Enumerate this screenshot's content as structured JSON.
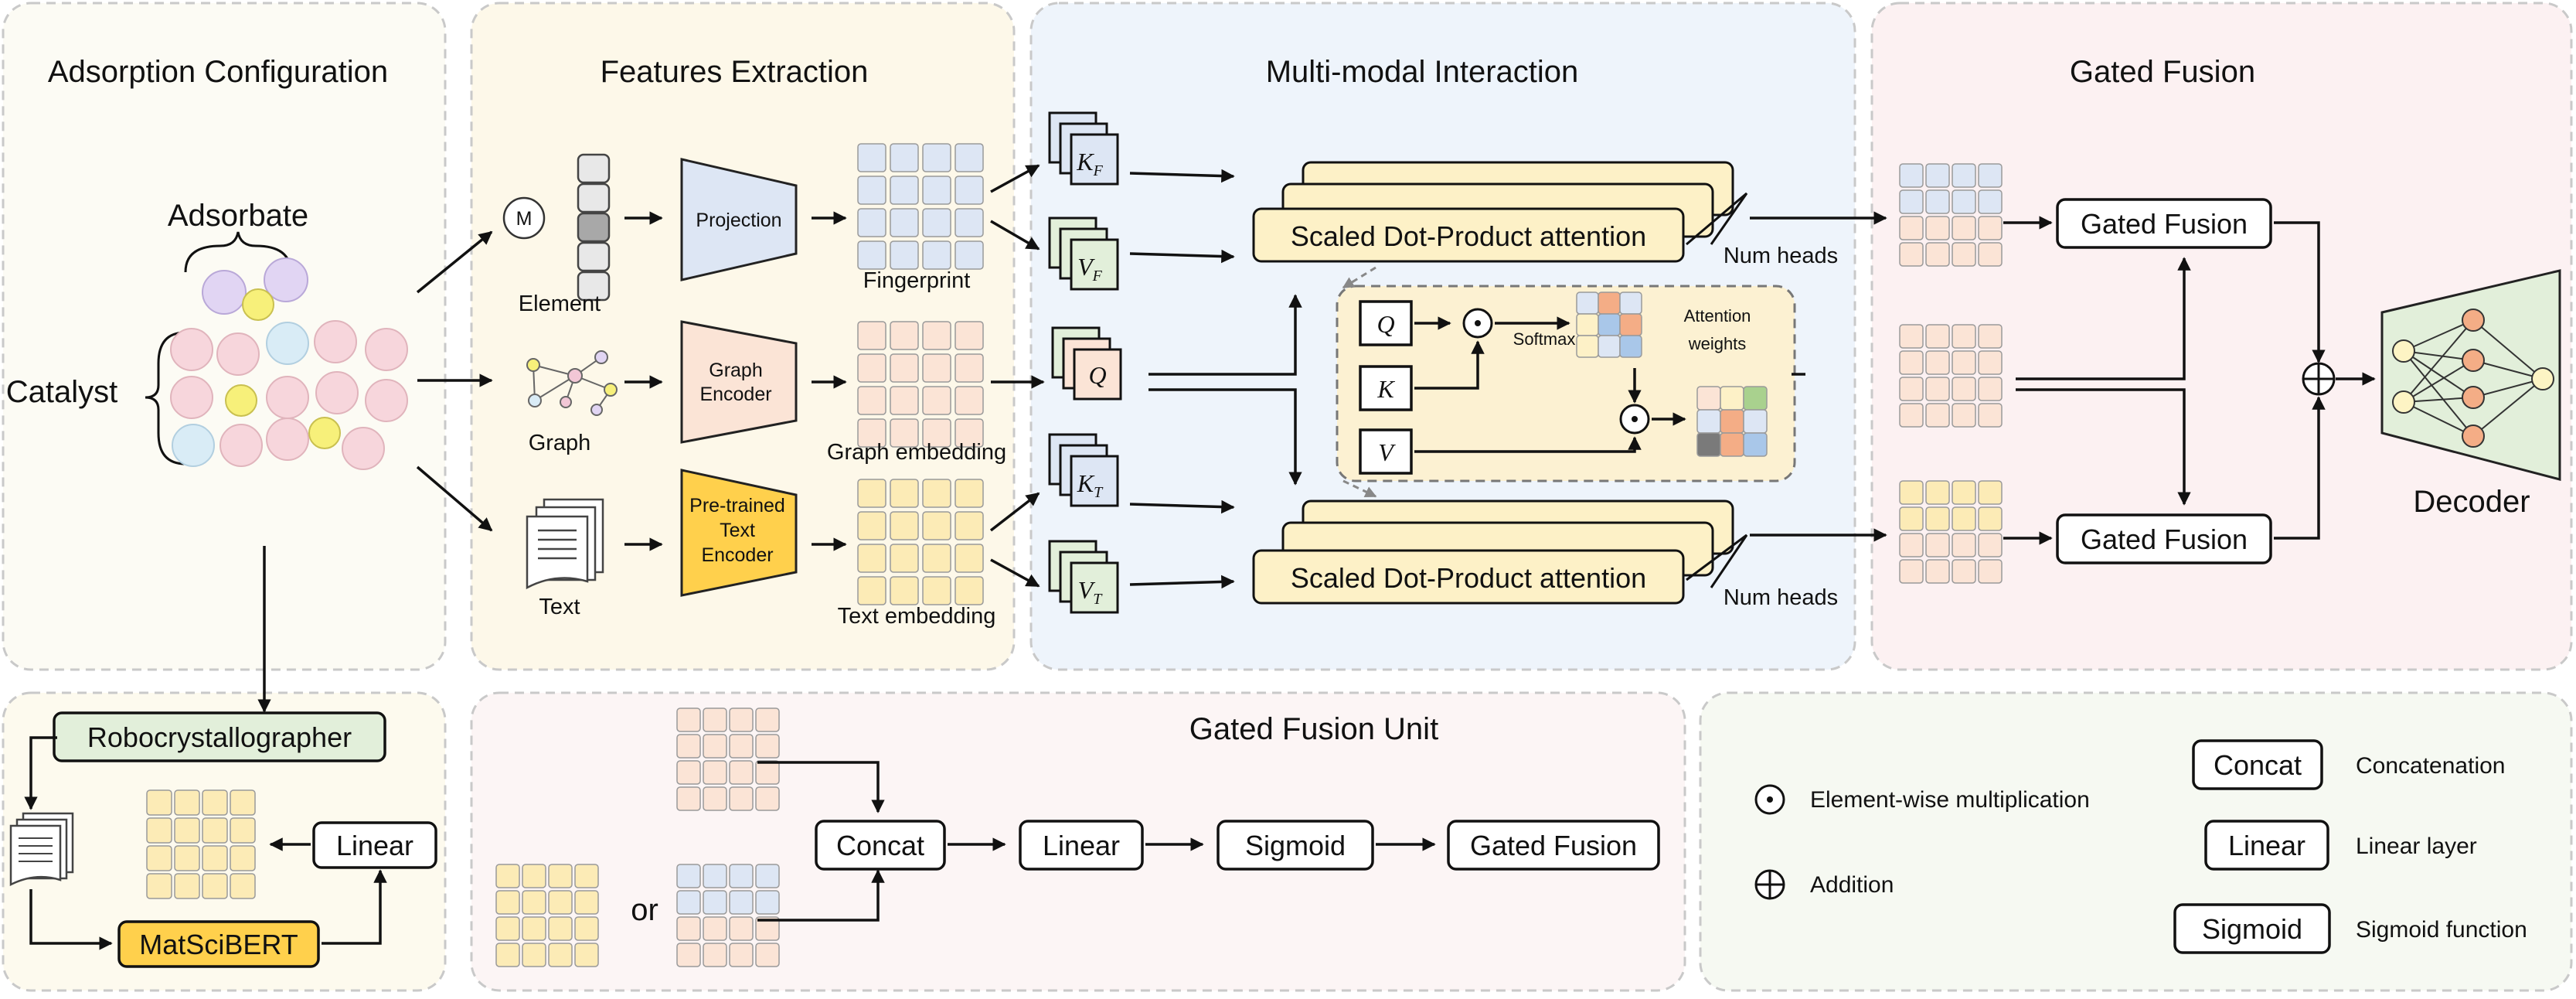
{
  "panels": {
    "adsorption": {
      "title": "Adsorption Configuration",
      "adsorbate": "Adsorbate",
      "catalyst": "Catalyst"
    },
    "features": {
      "title": "Features Extraction",
      "element": "Element",
      "element_symbol": "M",
      "graph": "Graph",
      "text": "Text",
      "projection": "Projection",
      "graph_encoder_1": "Graph",
      "graph_encoder_2": "Encoder",
      "pretrained_1": "Pre-trained",
      "pretrained_2": "Text",
      "pretrained_3": "Encoder",
      "fingerprint": "Fingerprint",
      "graph_embedding": "Graph embedding",
      "text_embedding": "Text embedding"
    },
    "multimodal": {
      "title": "Multi-modal Interaction",
      "attention_label": "Scaled Dot-Product attention",
      "num_heads": "Num heads",
      "kf": "K",
      "kf_sub": "F",
      "vf": "V",
      "vf_sub": "F",
      "q": "Q",
      "kt": "K",
      "kt_sub": "T",
      "vt": "V",
      "vt_sub": "T",
      "inner_q": "Q",
      "inner_k": "K",
      "inner_v": "V",
      "softmax": "Softmax",
      "attn_weights_1": "Attention",
      "attn_weights_2": "weights"
    },
    "gated": {
      "title": "Gated Fusion",
      "gated_fusion_label": "Gated Fusion",
      "decoder": "Decoder"
    },
    "text_pipeline": {
      "robo": "Robocrystallographer",
      "matscibert": "MatSciBERT",
      "linear": "Linear"
    },
    "gfu": {
      "title": "Gated Fusion Unit",
      "or": "or",
      "concat": "Concat",
      "linear": "Linear",
      "sigmoid": "Sigmoid",
      "gated_fusion": "Gated Fusion"
    },
    "legend": {
      "elementwise": "Element-wise multiplication",
      "addition": "Addition",
      "concat": "Concat",
      "concat_desc": "Concatenation",
      "linear": "Linear",
      "linear_desc": "Linear layer",
      "sigmoid": "Sigmoid",
      "sigmoid_desc": "Sigmoid function"
    }
  },
  "colors": {
    "panel_adsorption": "#fcfbf4",
    "panel_features": "#fdf8e9",
    "panel_multimodal": "#eef4fb",
    "panel_gated": "#fcf1f2",
    "panel_robo": "#fdfaee",
    "panel_gfu": "#fcf5f5",
    "panel_legend": "#f6f9f2",
    "blue_cell": "#dde6f4",
    "peach_cell": "#fbe4d6",
    "yellow_cell": "#fcebb6",
    "green_cell": "#e2efda",
    "yellow_box": "#ffd04c",
    "attention_box": "#fdf1c7",
    "inner_box": "#fcf1d2",
    "decoder_fill": "#e2efda"
  }
}
